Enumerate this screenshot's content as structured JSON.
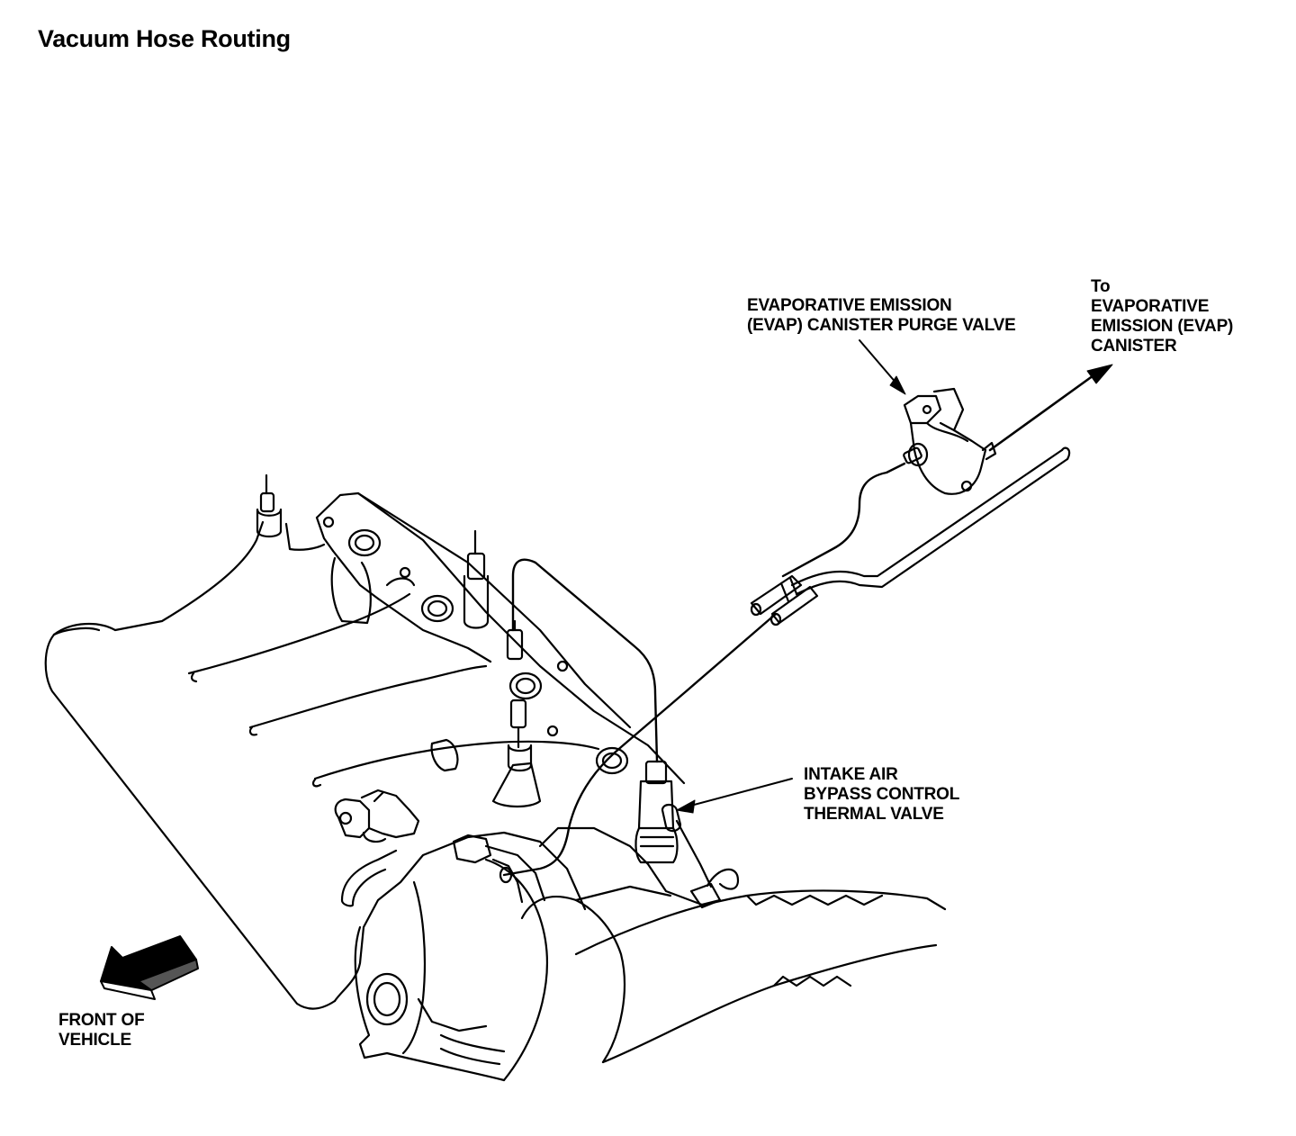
{
  "title": "Vacuum Hose Routing",
  "labels": {
    "evap_purge_valve": [
      "EVAPORATIVE EMISSION",
      "(EVAP) CANISTER PURGE VALVE"
    ],
    "to_evap_canister": [
      "To",
      "EVAPORATIVE",
      "EMISSION (EVAP)",
      "CANISTER"
    ],
    "intake_thermal_valve": [
      "INTAKE AIR",
      "BYPASS CONTROL",
      "THERMAL VALVE"
    ],
    "front_of_vehicle": [
      "FRONT OF",
      "VEHICLE"
    ]
  },
  "icons": {
    "direction_arrow": "front-arrow-icon",
    "purge_valve": "evap-purge-valve-icon",
    "thermal_valve": "thermal-valve-icon",
    "intake_manifold": "intake-manifold-icon",
    "throttle_body": "throttle-body-icon"
  },
  "colors": {
    "ink": "#000000",
    "paper": "#ffffff"
  }
}
